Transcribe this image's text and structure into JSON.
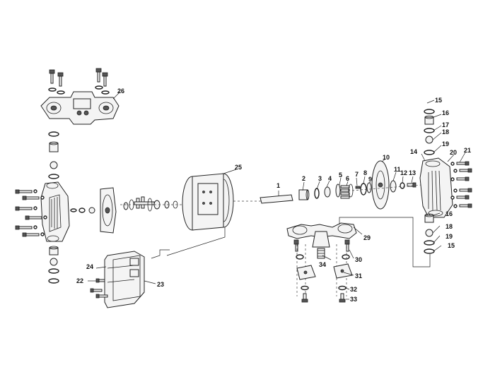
{
  "diagram": {
    "callouts": [
      "1",
      "2",
      "3",
      "4",
      "5",
      "6",
      "7",
      "8",
      "9",
      "10",
      "11",
      "12",
      "13",
      "14",
      "15",
      "16",
      "17",
      "18",
      "19",
      "20",
      "21",
      "22",
      "23",
      "24",
      "25",
      "26",
      "29",
      "30",
      "31",
      "32",
      "33",
      "34",
      "15",
      "16",
      "18",
      "19"
    ]
  }
}
